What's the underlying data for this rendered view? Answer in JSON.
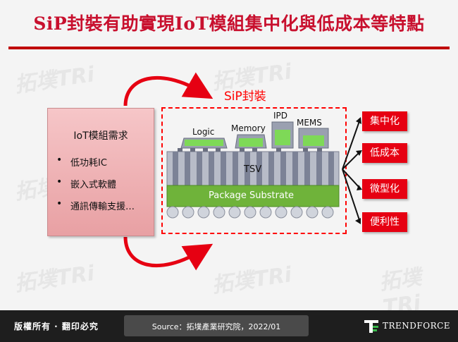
{
  "title": "SiP封裝有助實現IoT模組集中化與低成本等特點",
  "watermark": "拓墣TRi",
  "requirements": {
    "title": "IoT模組需求",
    "items": [
      "低功耗IC",
      "嵌入式軟體",
      "通訊傳輸支援…"
    ]
  },
  "sip": {
    "label": "SiP封裝",
    "chips": [
      "Logic",
      "Memory",
      "IPD",
      "MEMS"
    ],
    "tsv": "TSV",
    "substrate": "Package Substrate"
  },
  "outcomes": [
    "集中化",
    "低成本",
    "微型化",
    "便利性"
  ],
  "footer": {
    "copyright": "版權所有 · 翻印必究",
    "source": "Source：拓墣產業研究院，2022/01",
    "brand": "TRENDFORCE"
  },
  "colors": {
    "accent": "#e60012",
    "title": "#c8102e",
    "substrate": "#6fb33a",
    "chip_die": "#7ed957"
  }
}
